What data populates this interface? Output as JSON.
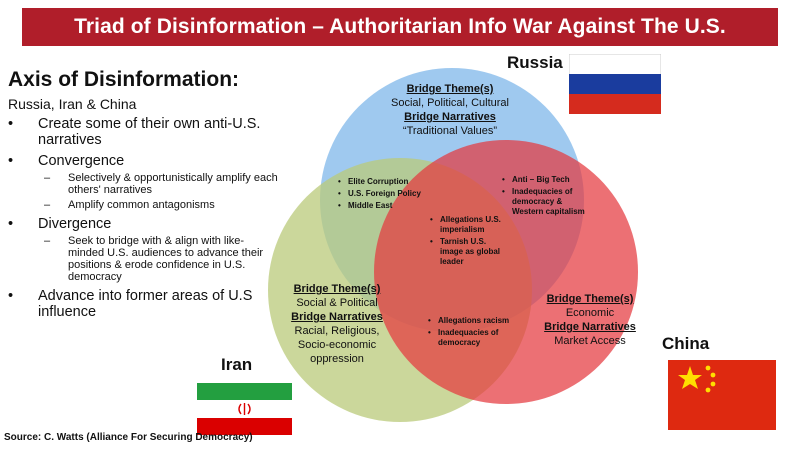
{
  "title": "Triad of Disinformation – Authoritarian Info War Against The U.S.",
  "left_panel": {
    "heading": "Axis of Disinformation:",
    "subheading": "Russia, Iran & China",
    "bullets": [
      {
        "text": "Create some of their own anti-U.S. narratives",
        "sub": []
      },
      {
        "text": "Convergence",
        "sub": [
          "Selectively & opportunistically amplify each others' narratives",
          "Amplify common antagonisms"
        ]
      },
      {
        "text": "Divergence",
        "sub": [
          "Seek to bridge with & align with like-minded U.S. audiences to advance their positions & erode confidence in U.S. democracy"
        ]
      },
      {
        "text": "Advance into former areas of U.S influence",
        "sub": []
      }
    ]
  },
  "russia": {
    "name": "Russia",
    "theme_heading": "Bridge Theme(s)",
    "theme": "Social, Political, Cultural",
    "narratives_heading": "Bridge Narratives",
    "narratives": "“Traditional Values”",
    "color": "#8ec0ec"
  },
  "iran": {
    "name": "Iran",
    "theme_heading": "Bridge Theme(s)",
    "theme": "Social & Political",
    "narratives_heading": "Bridge Narratives",
    "narratives_line1": "Racial, Religious,",
    "narratives_line2": "Socio-economic",
    "narratives_line3": "oppression",
    "color": "#b9c97a"
  },
  "china": {
    "name": "China",
    "theme_heading": "Bridge Theme(s)",
    "theme": "Economic",
    "narratives_heading": "Bridge Narratives",
    "narratives": "Market Access",
    "color": "#e5393e"
  },
  "overlaps": {
    "russia_iran": [
      "Elite Corruption",
      "U.S. Foreign Policy",
      "Middle East"
    ],
    "russia_china": [
      "Anti – Big Tech",
      "Inadequacies of democracy & Western capitalism"
    ],
    "all_three": [
      "Allegations U.S. imperialism",
      "Tarnish U.S. image as global leader"
    ],
    "iran_china": [
      "Allegations racism",
      "Inadequacies of democracy"
    ]
  },
  "source": "Source: C. Watts (Alliance For Securing Democracy)"
}
